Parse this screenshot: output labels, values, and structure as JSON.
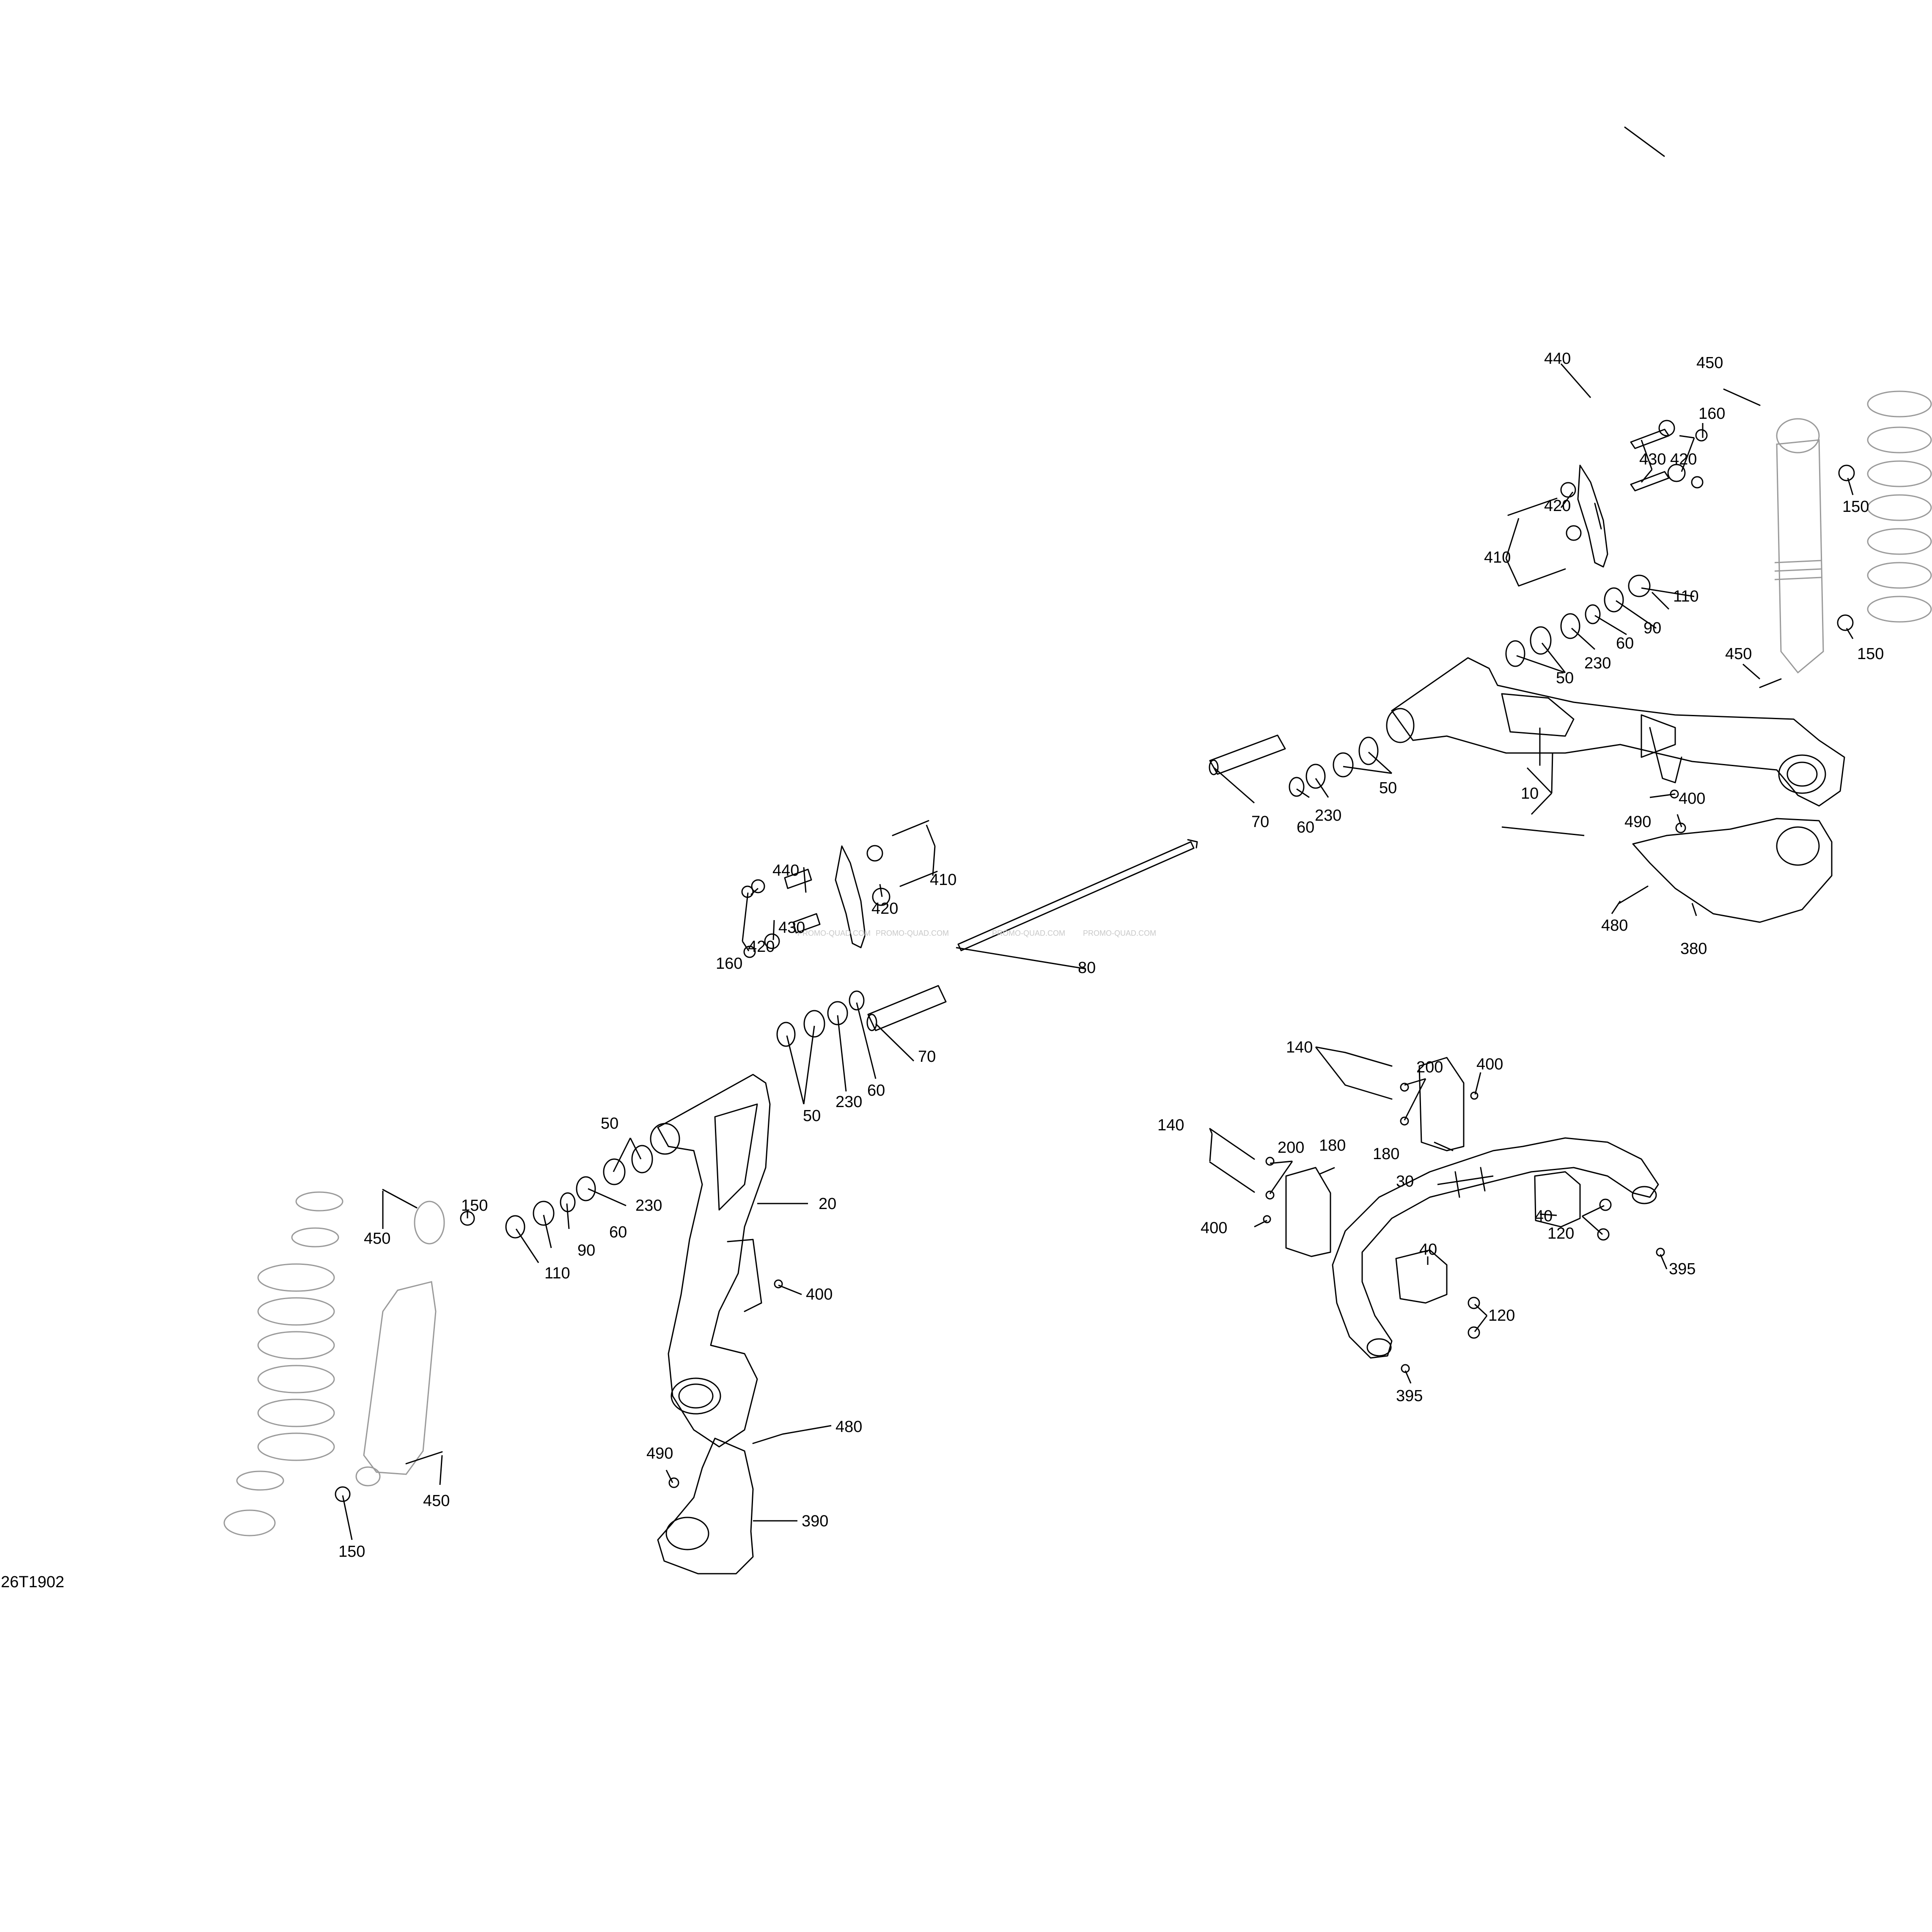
{
  "drawing_id": "26T1902",
  "watermark": "PROMO-QUAD.COM",
  "callouts": {
    "c450_top": "450",
    "c440_top": "440",
    "c430_top": "430",
    "c420_top_a": "420",
    "c160_top": "160",
    "c420_top_b": "420",
    "c410_top": "410",
    "c150_top": "150",
    "c110_top": "110",
    "c90_top": "90",
    "c60_top": "60",
    "c230_top": "230",
    "c50_top": "50",
    "c450_right": "450",
    "c150_right": "150",
    "c10": "10",
    "c400_top": "400",
    "c50_mid": "50",
    "c230_mid": "230",
    "c60_mid": "60",
    "c70_top": "70",
    "c490_top": "490",
    "c480_top": "480",
    "c380": "380",
    "c440_mid": "440",
    "c410_mid": "410",
    "c420_mid_a": "420",
    "c430_mid": "430",
    "c420_mid_b": "420",
    "c160_mid": "160",
    "c80": "80",
    "c70_mid": "70",
    "c60_low": "60",
    "c230_low": "230",
    "c50_low": "50",
    "c50_left": "50",
    "c230_left": "230",
    "c60_left": "60",
    "c90_left": "90",
    "c110_left": "110",
    "c20": "20",
    "c400_left": "400",
    "c450_left": "450",
    "c150_left": "150",
    "c450_bottom": "450",
    "c150_bottom": "150",
    "c480_bottom": "480",
    "c490_bottom": "490",
    "c390": "390",
    "c140_a": "140",
    "c200_a": "200",
    "c400_a": "400",
    "c180_a": "180",
    "c140_b": "140",
    "c200_b": "200",
    "c180_b": "180",
    "c400_b": "400",
    "c30": "30",
    "c40_a": "40",
    "c120_a": "120",
    "c395_a": "395",
    "c40_b": "40",
    "c120_b": "120",
    "c395_b": "395"
  }
}
